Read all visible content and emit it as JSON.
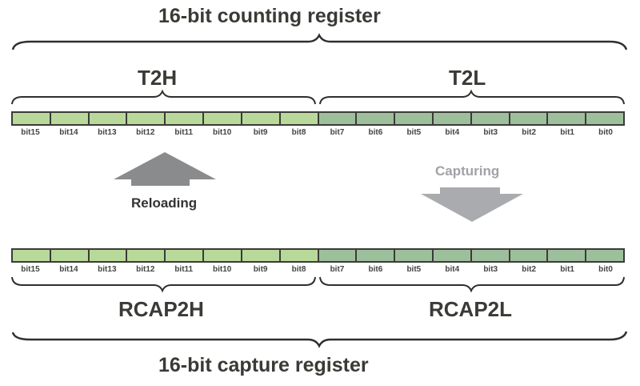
{
  "colors": {
    "high_byte": "#b8d99a",
    "low_byte": "#9ebf9c",
    "reload_arrow": "#8a8b8d",
    "capture_arrow": "#a9abae",
    "reload_text": "#333333",
    "capture_text": "#a0a2a5"
  },
  "top": {
    "title": "16-bit counting register",
    "high_label": "T2H",
    "low_label": "T2L",
    "bits": [
      "bit15",
      "bit14",
      "bit13",
      "bit12",
      "bit11",
      "bit10",
      "bit9",
      "bit8",
      "bit7",
      "bit6",
      "bit5",
      "bit4",
      "bit3",
      "bit2",
      "bit1",
      "bit0"
    ]
  },
  "arrows": {
    "reload_label": "Reloading",
    "capture_label": "Capturing"
  },
  "bottom": {
    "title": "16-bit capture register",
    "high_label": "RCAP2H",
    "low_label": "RCAP2L",
    "bits": [
      "bit15",
      "bit14",
      "bit13",
      "bit12",
      "bit11",
      "bit10",
      "bit9",
      "bit8",
      "bit7",
      "bit6",
      "bit5",
      "bit4",
      "bit3",
      "bit2",
      "bit1",
      "bit0"
    ]
  }
}
